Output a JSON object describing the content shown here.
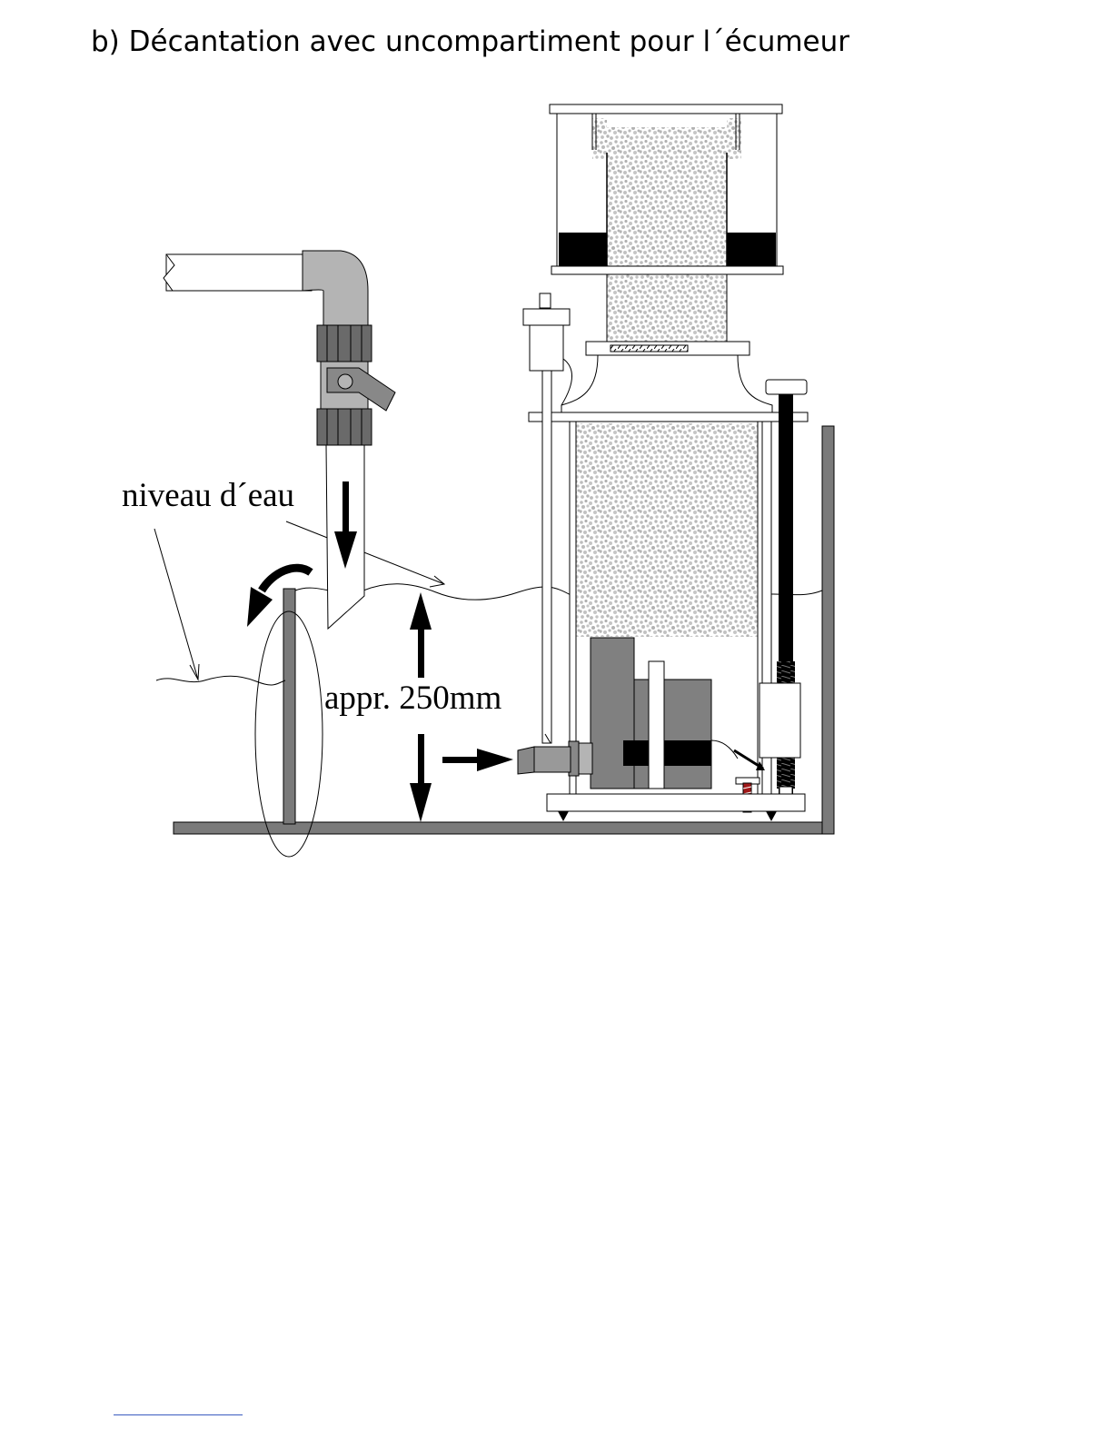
{
  "heading": "b) Décantation avec uncompartiment pour l´écumeur",
  "diagram": {
    "label_water_level": "niveau d´eau",
    "label_height": "appr. 250mm"
  },
  "colors": {
    "wall": "#7a7a7a",
    "bubbles": "#bdbdbd",
    "pump": "#808080",
    "valve": "#b4b4b4",
    "black": "#000000",
    "screw": "#a01818",
    "footnote_rule": "#3a5cc0"
  }
}
